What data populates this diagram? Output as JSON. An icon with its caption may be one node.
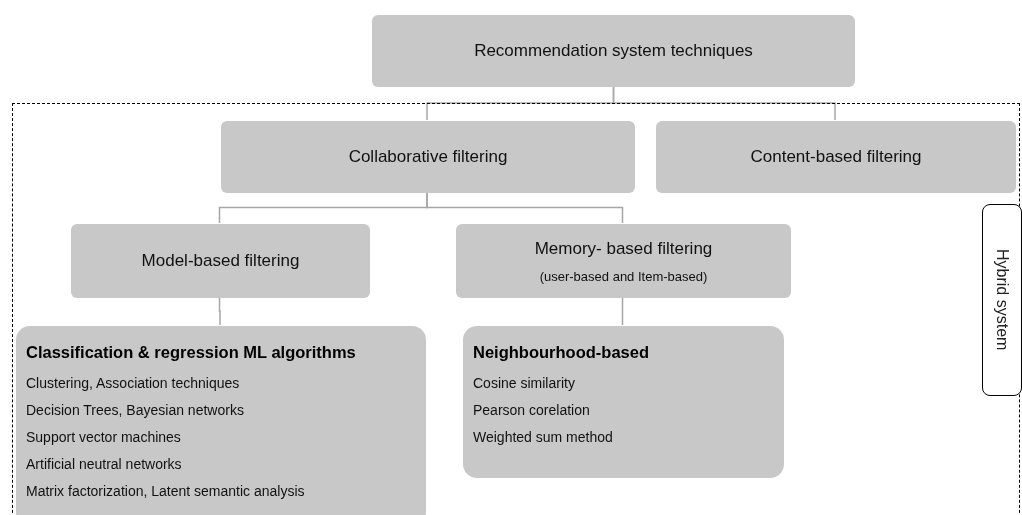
{
  "diagram": {
    "nodes": [
      {
        "text": [
          "Recommendation system techniques"
        ]
      },
      {
        "text": [
          "Hybrid system"
        ]
      },
      {
        "text": [
          "Collaborative filtering"
        ],
        "in": 1
      },
      {
        "text": [
          "Content-based filtering"
        ],
        "in": 1
      },
      {
        "text": [
          "Model-based filtering"
        ],
        "in": 1
      },
      {
        "text": [
          "Memory- based filtering",
          "(user-based and Item-based)"
        ],
        "in": 1
      },
      {
        "text": [
          "Classification & regression ML algorithms",
          "Clustering, Association techniques",
          "Decision Trees, Bayesian networks",
          "Support vector machines",
          "Artificial neutral networks",
          "Matrix factorization, Latent semantic analysis"
        ],
        "in": 1
      },
      {
        "text": [
          "Neighbourhood-based",
          "Cosine similarity",
          "Pearson corelation",
          "Weighted sum method"
        ],
        "in": 1
      }
    ],
    "edges": [
      {
        "from": 0,
        "to": 2,
        "arrow": "none"
      },
      {
        "from": 0,
        "to": 3,
        "arrow": "none"
      },
      {
        "from": 2,
        "to": 4,
        "arrow": "none"
      },
      {
        "from": 2,
        "to": 5,
        "arrow": "none"
      },
      {
        "from": 4,
        "to": 6,
        "arrow": "none"
      },
      {
        "from": 5,
        "to": 7,
        "arrow": "none"
      }
    ]
  }
}
